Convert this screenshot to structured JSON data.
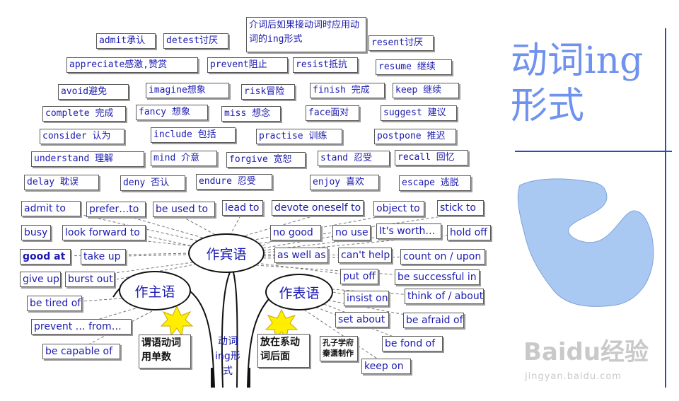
{
  "title": "动词ing形式",
  "trunk_label": "动词ing形式",
  "top_words": [
    "admit承认",
    "detest讨厌",
    "介词后如果接动词时应用动词的ing形式",
    "resent讨厌",
    "appreciate感激,赞赏",
    "prevent阻止",
    "resist抵抗",
    "resume 继续",
    "avoid避免",
    "imagine想象",
    "risk冒险",
    "finish 完成",
    "keep 继续",
    "complete 完成",
    "fancy 想象",
    "miss 想念",
    "face面对",
    "suggest 建议",
    "consider 认为",
    "include 包括",
    "practise 训练",
    "postpone 推迟",
    "understand 理解",
    "mind 介意",
    "forgive 宽恕",
    "stand 忍受",
    "recall 回忆",
    "delay 耽误",
    "deny 否认",
    "endure 忍受",
    "enjoy 喜欢",
    "escape 逃脱"
  ],
  "phrases": [
    "admit to",
    "prefer…to",
    "be used to",
    "lead to",
    "devote oneself to",
    "object to",
    "stick to",
    "busy",
    "look forward to",
    "no good",
    "no use",
    "It's worth…",
    "hold off",
    "good at",
    "take up",
    "as well as",
    "can't help",
    "count on / upon",
    "give up",
    "burst out",
    "put off",
    "be successful in",
    "be tired of",
    "insist on",
    "think of / about",
    "prevent … from…",
    "set about",
    "be afraid of",
    "be capable of",
    "be fond of",
    "keep on"
  ],
  "ovals": {
    "object": "作宾语",
    "subject": "作主语",
    "predicative": "作表语"
  },
  "notes": {
    "subject_note": "谓语动词用单数",
    "predicative_note": "放在系动词后面",
    "author": "孔子学府秦潇制作"
  },
  "watermark": {
    "brand": "Baidu经验",
    "url": "jingyan.baidu.com"
  },
  "colors": {
    "text": "#1a1ab0",
    "title": "#6f92ee",
    "divider": "#1f4fc4",
    "blob": "#a9c8f2"
  }
}
